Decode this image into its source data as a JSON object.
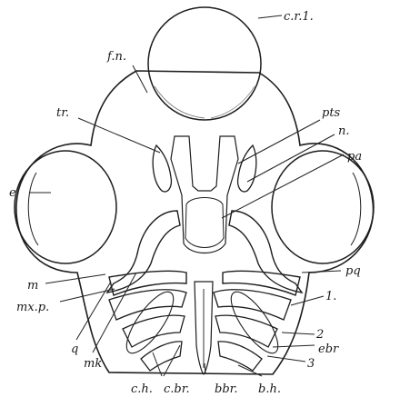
{
  "labels": {
    "cr1": "c.r.1.",
    "fn": "f.n.",
    "tr": "tr.",
    "pts": "pts",
    "n": "n.",
    "pa": "pa",
    "e": "e",
    "pq": "pq",
    "m": "m",
    "mxp": "mx.p.",
    "q": "q",
    "mk": "mk",
    "one": "1.",
    "two": "2",
    "ebr": "ebr",
    "three": "3",
    "ch": "c.h.",
    "cbr": "c.br.",
    "bbr": "bbr.",
    "bh": "b.h."
  }
}
